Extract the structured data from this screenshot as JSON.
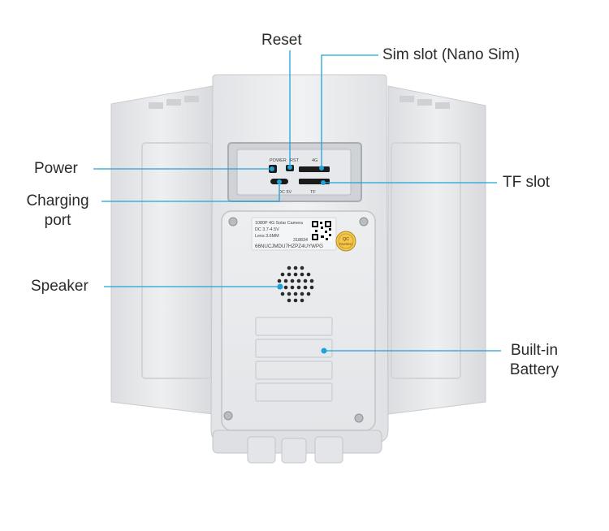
{
  "labels": {
    "reset": "Reset",
    "sim_slot": "Sim slot (Nano Sim)",
    "power": "Power",
    "tf_slot": "TF slot",
    "charging_port_line1": "Charging",
    "charging_port_line2": "port",
    "speaker": "Speaker",
    "battery_line1": "Built-in",
    "battery_line2": "Battery"
  },
  "panel_markings": {
    "power": "POWER",
    "rst": "RST",
    "g4": "4G",
    "dc": "DC 5V",
    "tf": "TF"
  },
  "sticker": {
    "line1": "1080P 4G  Solar  Camera",
    "line2": "DC 3.7-4.5V",
    "line3": "Lens 3.6MM",
    "serial_short": "318834",
    "uid": "66NUCJMDU7HZPZ4UYWPG",
    "qc_top": "QC",
    "qc_bottom": "PASSED"
  },
  "colors": {
    "leader_line": "#1ea3d6",
    "text": "#2b2b2b",
    "housing": "#e9eaec",
    "housing_shadow": "#cfd1d4"
  }
}
